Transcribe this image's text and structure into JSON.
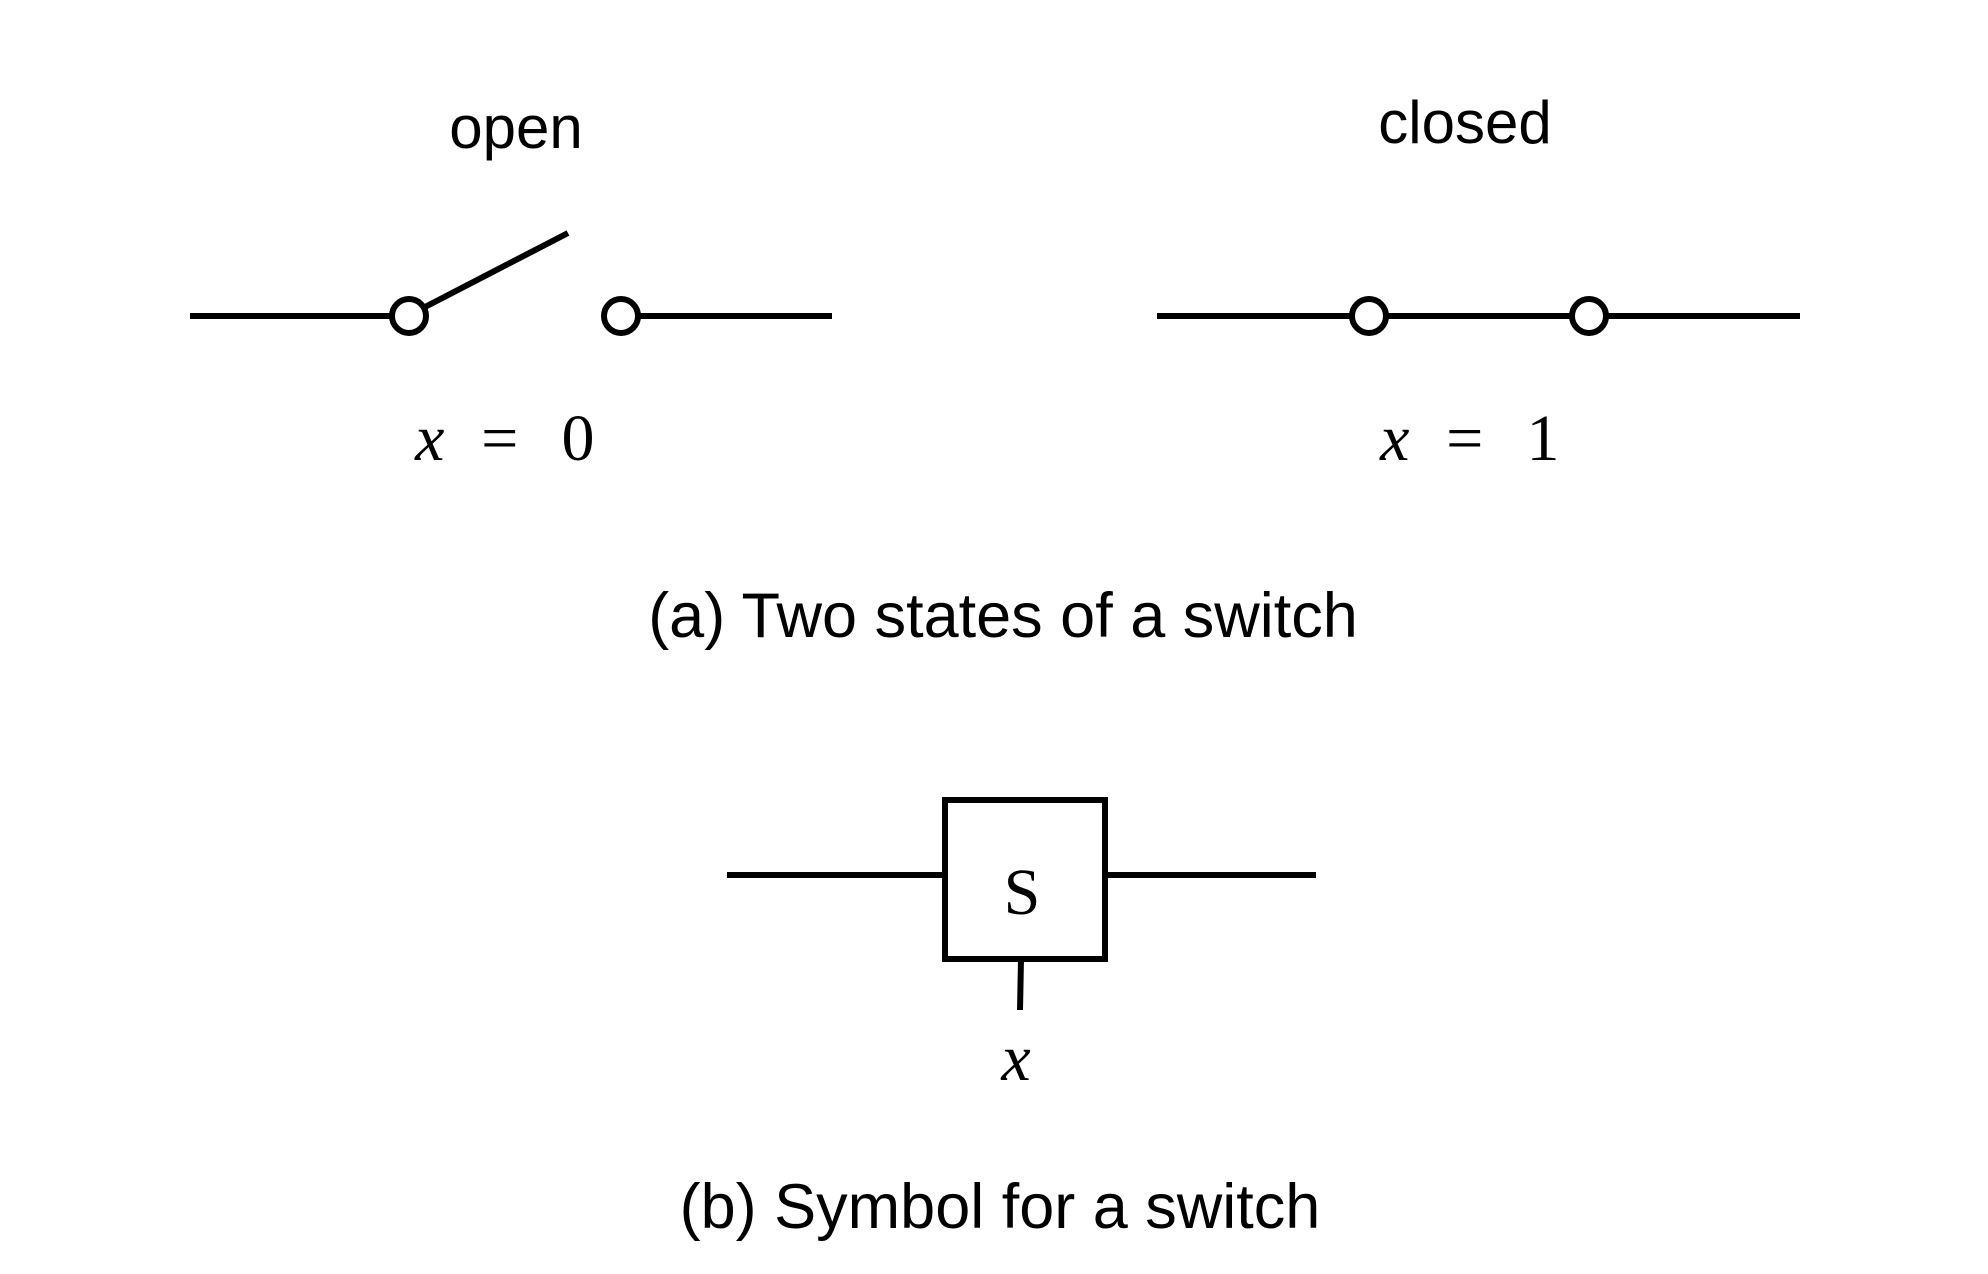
{
  "panel_a": {
    "open_switch": {
      "state_label": "open",
      "equation": {
        "variable": "x",
        "operator": "=",
        "value": "0"
      }
    },
    "closed_switch": {
      "state_label": "closed",
      "equation": {
        "variable": "x",
        "operator": "=",
        "value": "1"
      }
    },
    "caption": "(a) Two states of a switch"
  },
  "panel_b": {
    "symbol_letter": "S",
    "control_variable": "x",
    "caption": "(b) Symbol for a switch"
  }
}
